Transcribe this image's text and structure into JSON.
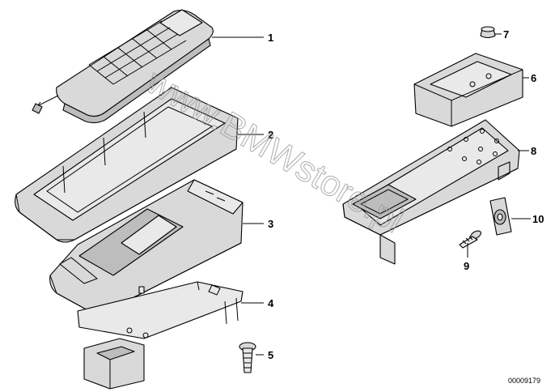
{
  "callouts": {
    "c1": "1",
    "c2": "2",
    "c3": "3",
    "c4": "4",
    "c5": "5",
    "c6": "6",
    "c7": "7",
    "c8": "8",
    "c9": "9",
    "c10": "10"
  },
  "drawing_code": "00009179",
  "watermark": "www.BMWstore.pl",
  "colors": {
    "line": "#000000",
    "fill": "#d9d9d9",
    "watermark": "#9a9a9a"
  }
}
